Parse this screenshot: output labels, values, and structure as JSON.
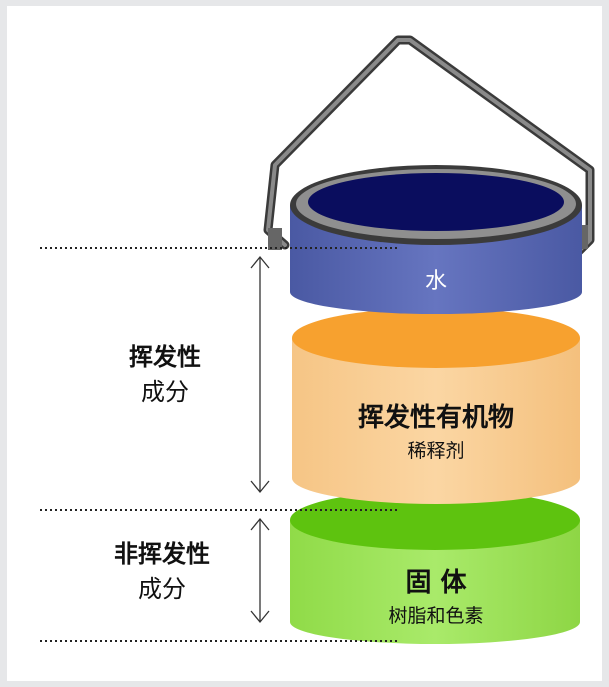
{
  "left_labels": {
    "volatile": {
      "line1": "挥发性",
      "line2": "成分"
    },
    "non_volatile": {
      "line1": "非挥发性",
      "line2": "成分"
    }
  },
  "layers": {
    "water": {
      "label": "水",
      "color": "#5b6bb5"
    },
    "volatile_organics": {
      "label": "挥发性有机物",
      "sub": "稀释剂",
      "color": "#f8c98a"
    },
    "solids": {
      "label": "固 体",
      "sub": "树脂和色素",
      "color": "#9fe35a"
    }
  },
  "colors": {
    "lid_inner": "#0a0d5e",
    "handle": "#555555",
    "volatile_top": "#f7a12f",
    "solids_top": "#5ec30f"
  }
}
